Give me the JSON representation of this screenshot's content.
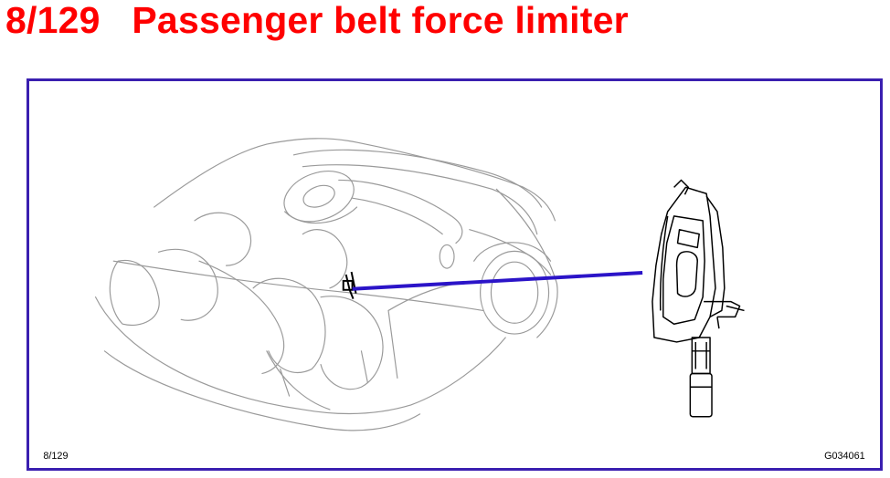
{
  "header": {
    "page_number": "8/129",
    "title": "Passenger belt force limiter"
  },
  "figure": {
    "footer_page": "8/129",
    "figure_code": "G034061",
    "icons": [
      "car-outline-drawing",
      "belt-force-limiter-component",
      "callout-pointer"
    ],
    "colors": {
      "title": "#ff0000",
      "frame": "#3a1fb0",
      "pointer": "#2b14c8",
      "linework": "#9a9a9a"
    }
  }
}
